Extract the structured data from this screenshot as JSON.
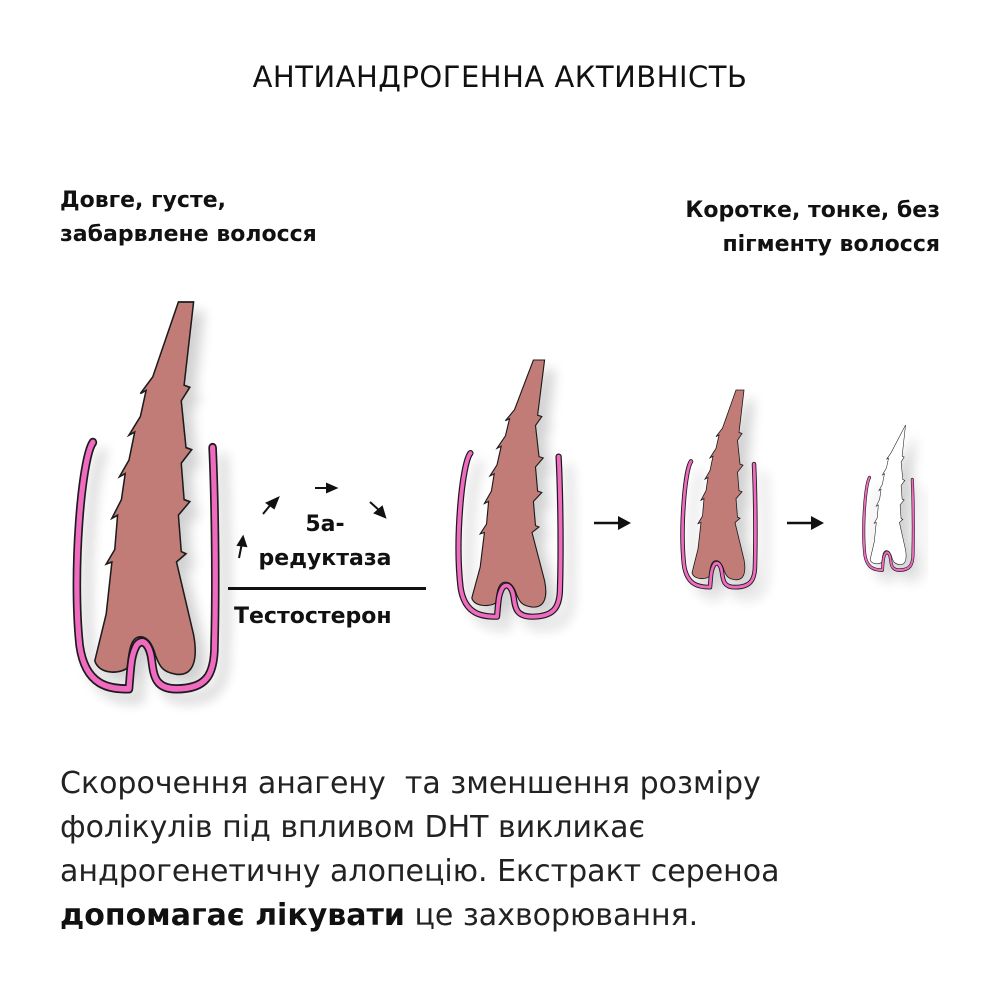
{
  "title": "АНТИАНДРОГЕННА АКТИВНІСТЬ",
  "labels": {
    "left_line1": "Довге, густе,",
    "left_line2": "забарвлене волосся",
    "right_line1": "Коротке, тонке, без",
    "right_line2": "пігменту волосся"
  },
  "reaction": {
    "enzyme_line1": "5а-",
    "enzyme_line2": "редуктаза",
    "substrate": "Тестостерон"
  },
  "stages": [
    {
      "name": "healthy-follicle",
      "color": "#c27b78"
    },
    {
      "name": "miniaturizing-follicle-1",
      "color": "#c27b78"
    },
    {
      "name": "miniaturizing-follicle-2",
      "color": "#c27b78"
    },
    {
      "name": "vellus-follicle",
      "color": "#ffffff"
    }
  ],
  "colors": {
    "hair": "#c27b78",
    "sheath": "#f06bc0",
    "outline": "#1a1a1a"
  },
  "body": {
    "line1": "Скорочення анагену  та зменшення розміру",
    "line2": "фолікулів під впливом DHT викликає",
    "line3": "андрогенетичну алопецію. Екстракт сереноа",
    "bold": "допомагає лікувати",
    "line4_rest": " це захворювання."
  }
}
